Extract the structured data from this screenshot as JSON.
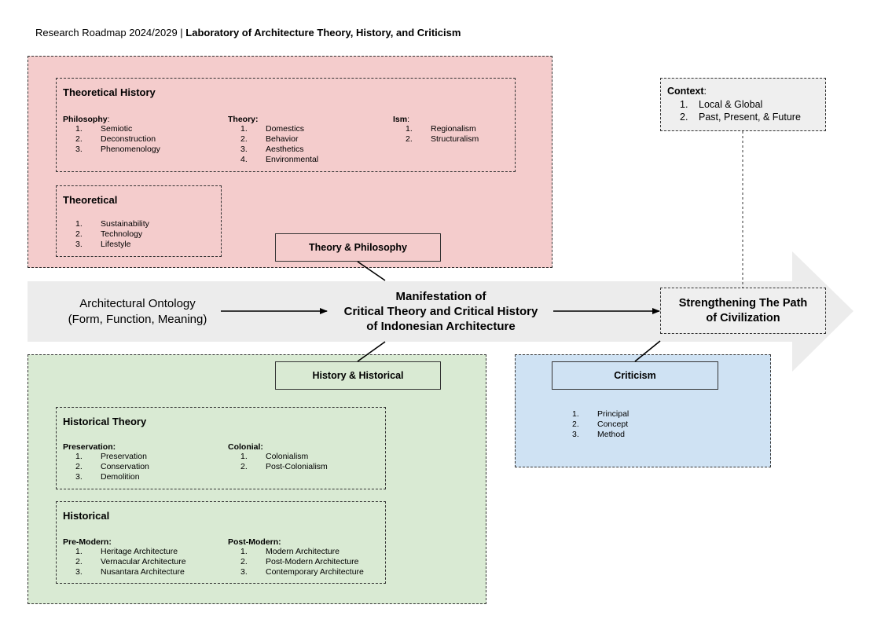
{
  "header": {
    "prefix": "Research Roadmap 2024/2029 | ",
    "lab": "Laboratory of Architecture Theory, History, and Criticism"
  },
  "colors": {
    "theory_bg": "#f4cccc",
    "history_bg": "#d9ead3",
    "criticism_bg": "#cfe2f3",
    "arrow_bg": "#ececec",
    "context_bg": "#efefef"
  },
  "theory": {
    "label": "Theory & Philosophy",
    "theoretical_history": {
      "title": "Theoretical History",
      "groups": [
        {
          "title": "Philosophy",
          "suffix": ":",
          "items": [
            {
              "num": "1.",
              "text": "Semiotic"
            },
            {
              "num": "2.",
              "text": "Deconstruction"
            },
            {
              "num": "3.",
              "text": "Phenomenology"
            }
          ]
        },
        {
          "title": "Theory:",
          "suffix": "",
          "items": [
            {
              "num": "1.",
              "text": "Domestics"
            },
            {
              "num": "2.",
              "text": "Behavior"
            },
            {
              "num": "3.",
              "text": "Aesthetics"
            },
            {
              "num": "4.",
              "text": "Environmental"
            }
          ]
        },
        {
          "title": "Ism",
          "suffix": ":",
          "items": [
            {
              "num": "1.",
              "text": "Regionalism"
            },
            {
              "num": "2.",
              "text": "Structuralism"
            }
          ]
        }
      ]
    },
    "theoretical": {
      "title": "Theoretical",
      "items": [
        {
          "num": "1.",
          "text": "Sustainability"
        },
        {
          "num": "2.",
          "text": "Technology"
        },
        {
          "num": "3.",
          "text": "Lifestyle"
        }
      ]
    }
  },
  "arrow": {
    "left_line1": "Architectural Ontology",
    "left_line2": "(Form, Function, Meaning)",
    "center_line1": "Manifestation of",
    "center_line2": "Critical Theory and Critical History",
    "center_line3": "of Indonesian Architecture",
    "right_line1": "Strengthening The Path",
    "right_line2": "of Civilization"
  },
  "context": {
    "title": "Context",
    "suffix": ":",
    "items": [
      {
        "num": "1.",
        "text": "Local & Global"
      },
      {
        "num": "2.",
        "text": "Past, Present, & Future"
      }
    ]
  },
  "history": {
    "label": "History & Historical",
    "historical_theory": {
      "title": "Historical Theory",
      "groups": [
        {
          "title": "Preservation:",
          "items": [
            {
              "num": "1.",
              "text": "Preservation"
            },
            {
              "num": "2.",
              "text": "Conservation"
            },
            {
              "num": "3.",
              "text": "Demolition"
            }
          ]
        },
        {
          "title": "Colonial:",
          "items": [
            {
              "num": "1.",
              "text": "Colonialism"
            },
            {
              "num": "2.",
              "text": "Post-Colonialism"
            }
          ]
        }
      ]
    },
    "historical": {
      "title": "Historical",
      "groups": [
        {
          "title": "Pre-Modern:",
          "items": [
            {
              "num": "1.",
              "text": "Heritage Architecture"
            },
            {
              "num": "2.",
              "text": "Vernacular Architecture"
            },
            {
              "num": "3.",
              "text": "Nusantara Architecture"
            }
          ]
        },
        {
          "title": "Post-Modern:",
          "items": [
            {
              "num": "1.",
              "text": "Modern Architecture"
            },
            {
              "num": "2.",
              "text": "Post-Modern Architecture"
            },
            {
              "num": "3.",
              "text": "Contemporary Architecture"
            }
          ]
        }
      ]
    }
  },
  "criticism": {
    "label": "Criticism",
    "items": [
      {
        "num": "1.",
        "text": "Principal"
      },
      {
        "num": "2.",
        "text": "Concept"
      },
      {
        "num": "3.",
        "text": "Method"
      }
    ]
  }
}
